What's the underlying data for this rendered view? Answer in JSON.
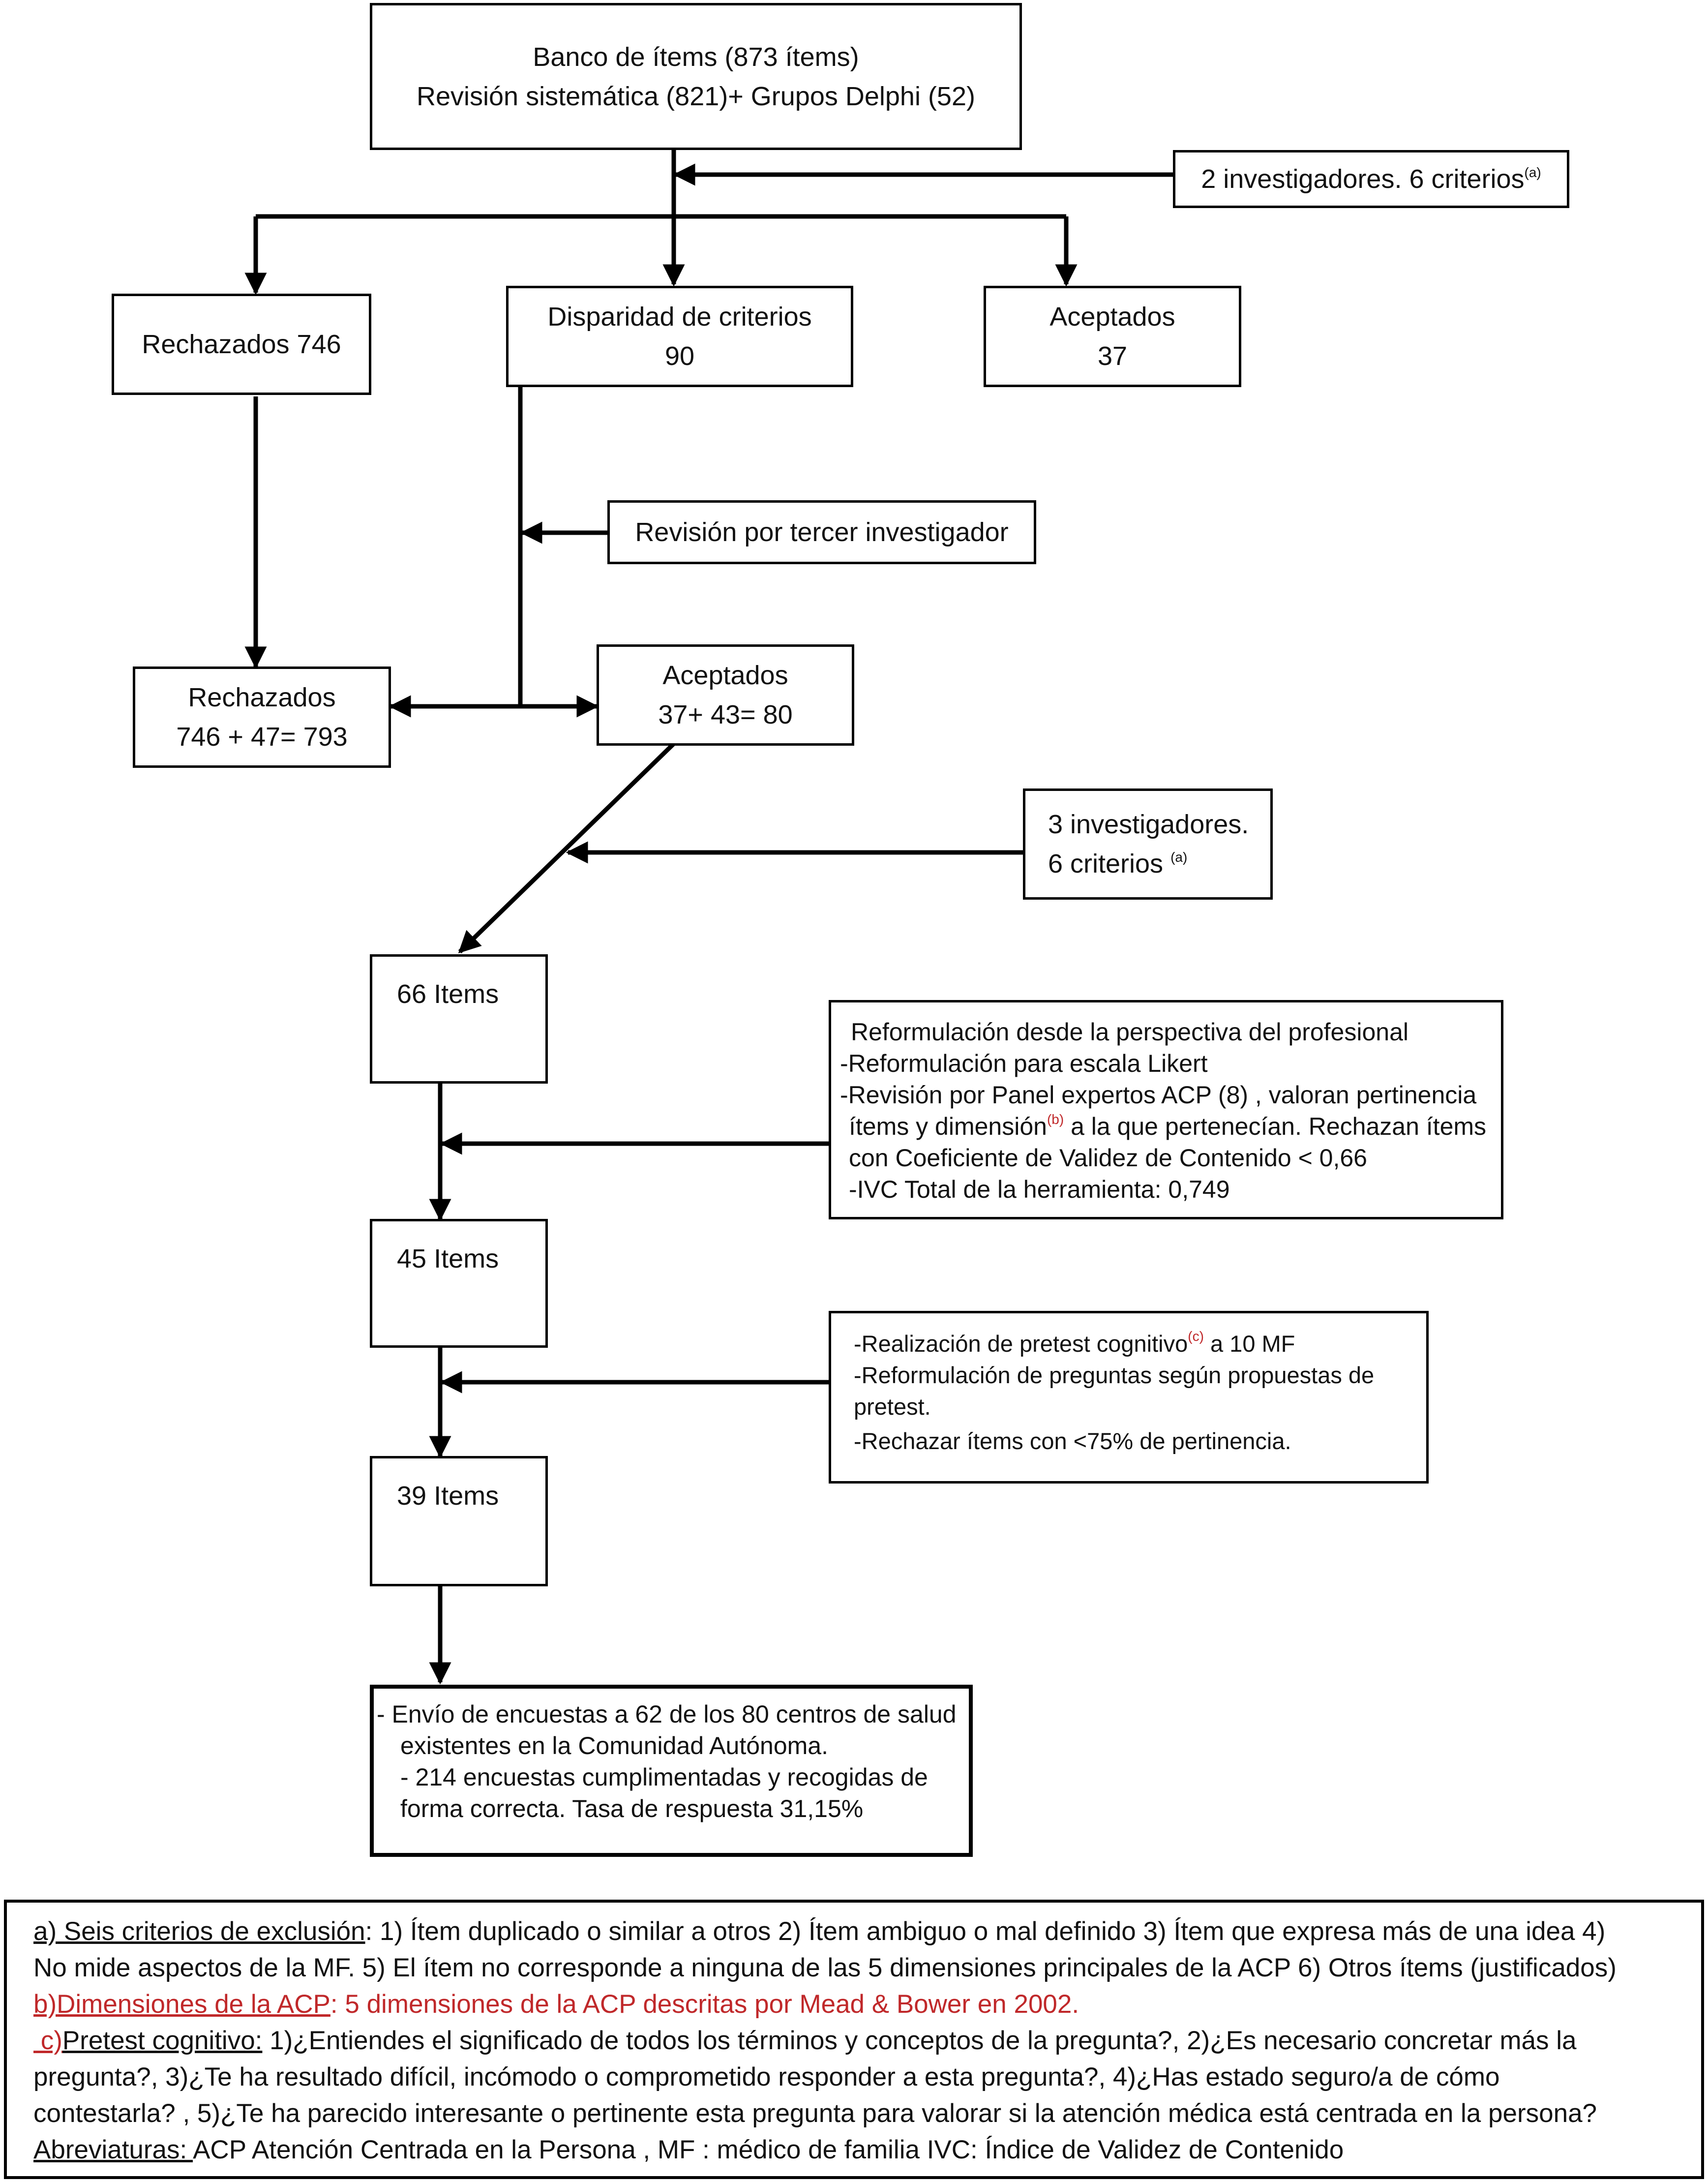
{
  "flowchart": {
    "bank": {
      "line1": "Banco de ítems (873 ítems)",
      "line2": "Revisión sistemática (821)+ Grupos Delphi (52)"
    },
    "investigators_2": {
      "text": "2 investigadores. 6 criterios",
      "sup": "(a)"
    },
    "rejected_1": {
      "text": "Rechazados 746"
    },
    "disparity": {
      "line1": "Disparidad de criterios",
      "line2": "90"
    },
    "accepted_1": {
      "line1": "Aceptados",
      "line2": "37"
    },
    "third_reviewer": {
      "text": "Revisión por tercer investigador"
    },
    "rejected_2": {
      "line1": "Rechazados",
      "line2": "746 + 47= 793"
    },
    "accepted_2": {
      "line1": "Aceptados",
      "line2": "37+ 43= 80"
    },
    "investigators_3": {
      "line1": "3 investigadores.",
      "line2": "6 criterios ",
      "sup": "(a)"
    },
    "items_66": {
      "text": "66 Items"
    },
    "reformulation": {
      "line1": "Reformulación desde la perspectiva del profesional",
      "line2": "-Reformulación para escala Likert",
      "line3": "-Revisión por Panel  expertos ACP (8) , valoran pertinencia",
      "line4a": "ítems y dimensión",
      "line4sup": "(b)",
      "line4b": " a la que pertenecían.  Rechazan ítems",
      "line5": "con Coeficiente de Validez de Contenido < 0,66",
      "line6": "-IVC Total de la herramienta: 0,749"
    },
    "items_45": {
      "text": "45 Items"
    },
    "pretest": {
      "line1a": "-Realización de pretest cognitivo",
      "line1sup": "(c)",
      "line1b": " a  10 MF",
      "line2": "-Reformulación de preguntas según propuestas de",
      "line3": "pretest.",
      "line4": "-Rechazar ítems con <75% de pertinencia."
    },
    "items_39": {
      "text": "39 Items"
    },
    "survey": {
      "line1": "- Envío de encuestas a 62 de los 80 centros de salud",
      "line2": "existentes en la Comunidad Autónoma.",
      "line3": "- 214 encuestas cumplimentadas y recogidas de",
      "line4": "forma correcta. Tasa de respuesta  31,15%"
    }
  },
  "notes": {
    "a_label": "a) Seis criterios de exclusión",
    "a_text1": ": 1) Ítem duplicado o similar a otros 2) Ítem ambiguo o mal definido 3) Ítem que expresa más de una idea 4)",
    "a_text2": "No mide aspectos de la MF.  5) El ítem no corresponde a ninguna de las 5 dimensiones principales de la ACP 6) Otros ítems (justificados)",
    "b_label": "b)Dimensiones de la ACP",
    "b_text": ": 5 dimensiones de la ACP descritas por Mead & Bower en 2002.",
    "c_prefix": " c)",
    "c_label": "Pretest cognitivo:",
    "c_text1": " 1)¿Entiendes el significado de todos los términos y conceptos de la pregunta?, 2)¿Es necesario concretar más la",
    "c_text2": "pregunta?, 3)¿Te ha resultado difícil, incómodo o comprometido responder a esta pregunta?, 4)¿Has estado seguro/a de cómo",
    "c_text3": "contestarla? , 5)¿Te ha parecido interesante o pertinente esta pregunta para valorar si la atención médica está centrada en la persona?",
    "abbr_label": "Abreviaturas: ",
    "abbr_text": "ACP Atención Centrada en la Persona , MF : médico de familia IVC: Índice de Validez de Contenido"
  },
  "colors": {
    "line": "#000000",
    "footnote_red": "#c0282a"
  }
}
